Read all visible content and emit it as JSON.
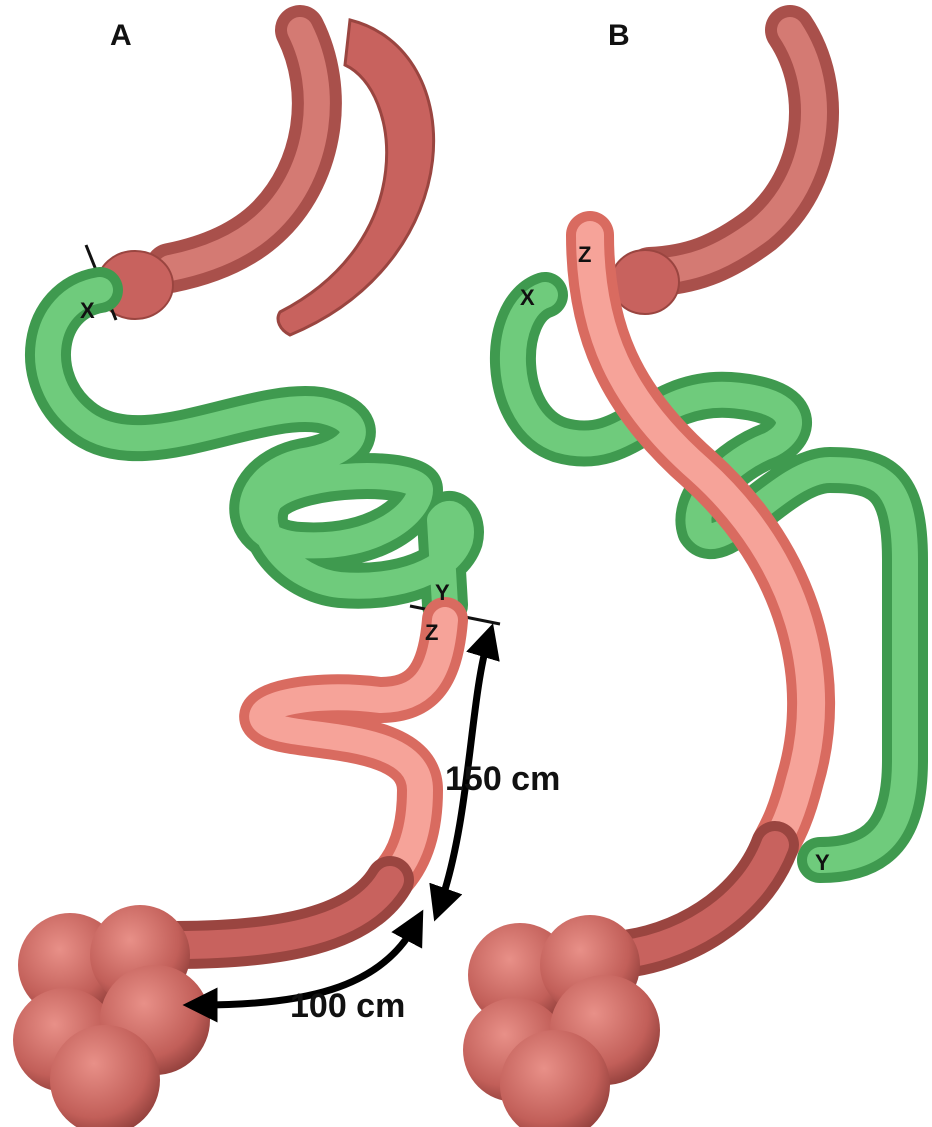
{
  "panels": [
    {
      "label": "A"
    },
    {
      "label": "B"
    }
  ],
  "points": {
    "a_x": "X",
    "a_y": "Y",
    "a_z": "Z",
    "b_x": "X",
    "b_z": "Z",
    "b_y": "Y"
  },
  "measurements": {
    "upper": "150 cm",
    "lower": "100 cm"
  },
  "colors": {
    "green_limb": "#5cbc6a",
    "pink_limb": "#f08c80",
    "dark_bowel": "#b85a55",
    "stomach": "#c8625e",
    "arrow": "#000000"
  }
}
